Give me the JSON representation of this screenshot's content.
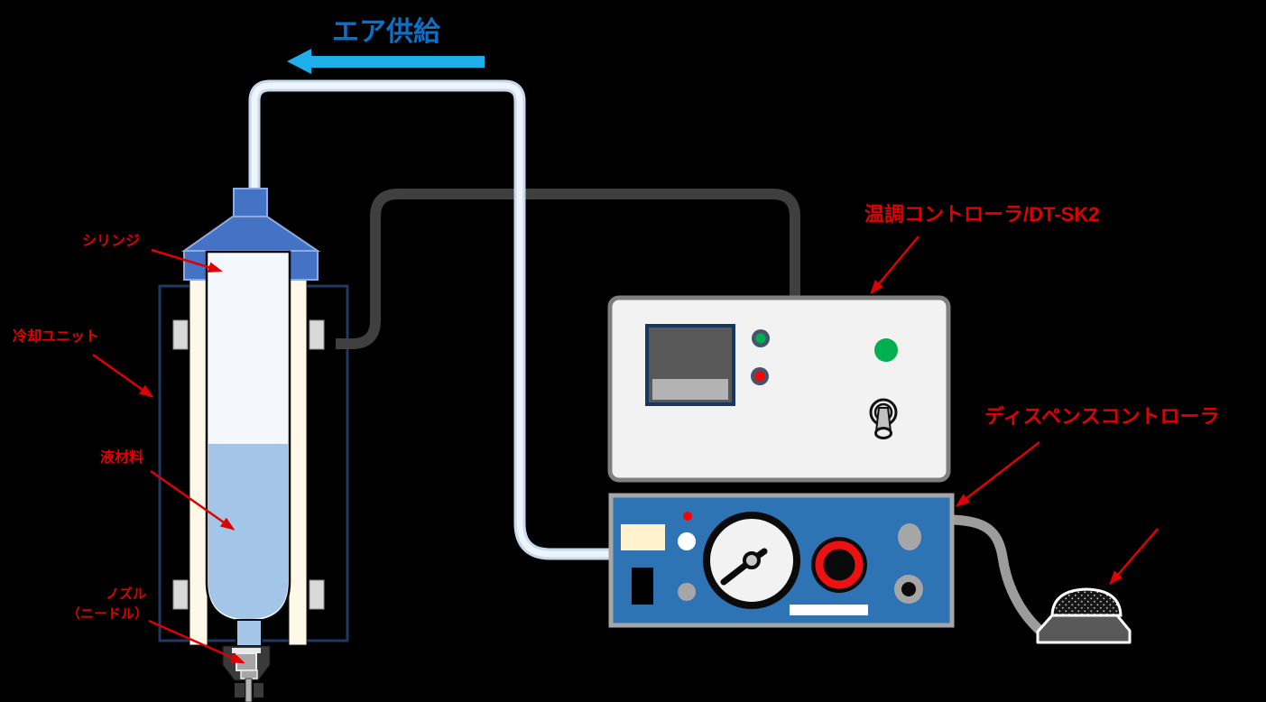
{
  "diagram": {
    "type": "equipment-schematic",
    "labels": {
      "air_supply": "エア供給",
      "syringe": "シリンジ",
      "cooling_unit": "冷却ユニット",
      "liquid_material": "液材料",
      "nozzle_line1": "ノズル",
      "nozzle_line2": "（ニードル）",
      "temp_controller": "温調コントローラ/DT-SK2",
      "dispense_controller": "ディスペンスコントローラ"
    },
    "icons": [
      "air-flow-arrow-icon",
      "pressure-gauge-icon",
      "toggle-switch-icon",
      "led-indicator-icon",
      "foot-pedal-icon"
    ]
  },
  "colors": {
    "red": "#e00000",
    "airtext": "#0c70c9",
    "cyan": "#1cafec",
    "capblue": "#4472c4",
    "capedge": "#8faadc",
    "liquid": "#a3c6e8",
    "barrel": "#f4f8fd",
    "cream": "#fdf8e7",
    "navy": "#1f3864",
    "tubedark": "#3f3f3f",
    "tubelight_outer": "#c7d9ee",
    "tubelight_inner": "#eef4fb",
    "tubepedal": "#9c9c9c",
    "tempbody": "#f2f2f2",
    "tempborder": "#7f7f7f",
    "dispblue": "#2e74b5",
    "dispborder": "#a6a6a6",
    "green": "#00b050",
    "ledring": "#44546a",
    "ledred": "#ff0000",
    "knobred": "#ee1111",
    "displaydark": "#595959",
    "displaylight": "#b3b3b3",
    "displayborder": "#17375e",
    "pedalgray": "#595959",
    "tabgray": "#d9d9d9"
  }
}
